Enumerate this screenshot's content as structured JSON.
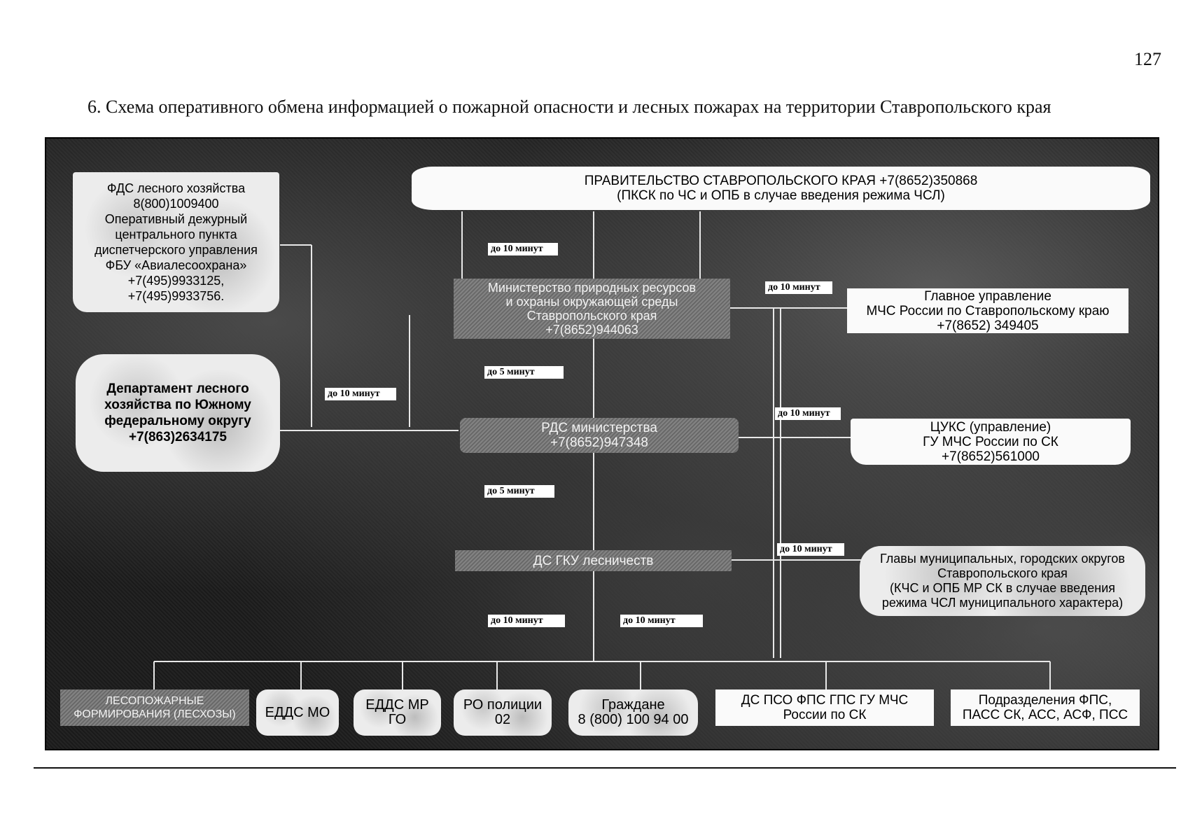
{
  "page": {
    "number": "127"
  },
  "title": "6. Схема оперативного обмена информацией о пожарной опасности и лесных пожарах на территории Ставропольского края",
  "nodes": {
    "government": {
      "line1": "ПРАВИТЕЛЬСТВО СТАВРОПОЛЬСКОГО КРАЯ +7(8652)350868",
      "line2": "(ПКСК по ЧС и ОПБ в случае введения режима ЧСЛ)"
    },
    "fds": {
      "lines": [
        "ФДС лесного хозяйства",
        "8(800)1009400",
        "Оперативный дежурный",
        "центрального пункта",
        "диспетчерского управления",
        "ФБУ «Авиалесоохрана»",
        "+7(495)9933125,",
        "+7(495)9933756."
      ]
    },
    "department": {
      "lines": [
        "Департамент лесного",
        "хозяйства по Южному",
        "федеральному округу",
        "+7(863)2634175"
      ]
    },
    "ministry": {
      "lines": [
        "Министерство природных ресурсов",
        "и охраны окружающей среды",
        "Ставропольского края",
        "+7(8652)944063"
      ]
    },
    "rds": {
      "lines": [
        "РДС министерства",
        "+7(8652)947348"
      ]
    },
    "forestry": {
      "text": "ДС ГКУ лесничеств"
    },
    "mchs": {
      "lines": [
        "Главное управление",
        "МЧС России по Ставропольскому краю",
        "+7(8652) 349405"
      ]
    },
    "tsuks": {
      "lines": [
        "ЦУКС (управление)",
        "ГУ МЧС России по СК",
        "+7(8652)561000"
      ]
    },
    "heads": {
      "lines": [
        "Главы муниципальных, городских округов",
        "Ставропольского края",
        "(КЧС и ОПБ МР СК в случае введения",
        "режима ЧСЛ муниципального характера)"
      ]
    },
    "bottom": [
      {
        "lines": [
          "ЛЕСОПОЖАРНЫЕ",
          "ФОРМИРОВАНИЯ (ЛЕСХОЗЫ)"
        ]
      },
      {
        "lines": [
          "ЕДДС МО"
        ]
      },
      {
        "lines": [
          "ЕДДС МР",
          "ГО"
        ]
      },
      {
        "lines": [
          "РО полиции",
          "02"
        ]
      },
      {
        "lines": [
          "Граждане",
          "8 (800) 100 94 00"
        ]
      },
      {
        "lines": [
          "ДС ПСО ФПС ГПС ГУ МЧС",
          "России по СК"
        ]
      },
      {
        "lines": [
          "Подразделения ФПС,",
          "ПАСС СК, АСС, АСФ, ПСС"
        ]
      }
    ]
  },
  "labels": {
    "gov_ministry": "до 10 минут",
    "ministry_mchs": "до 10 минут",
    "ministry_rds": "до 5 минут",
    "department_rds": "до 10 минут",
    "rds_tsuks": "до 10 минут",
    "rds_forestry": "до 5 минут",
    "forestry_heads": "до 10 минут",
    "forestry_bottom_left": "до 10 минут",
    "forestry_bottom_right": "до 10 минут"
  }
}
